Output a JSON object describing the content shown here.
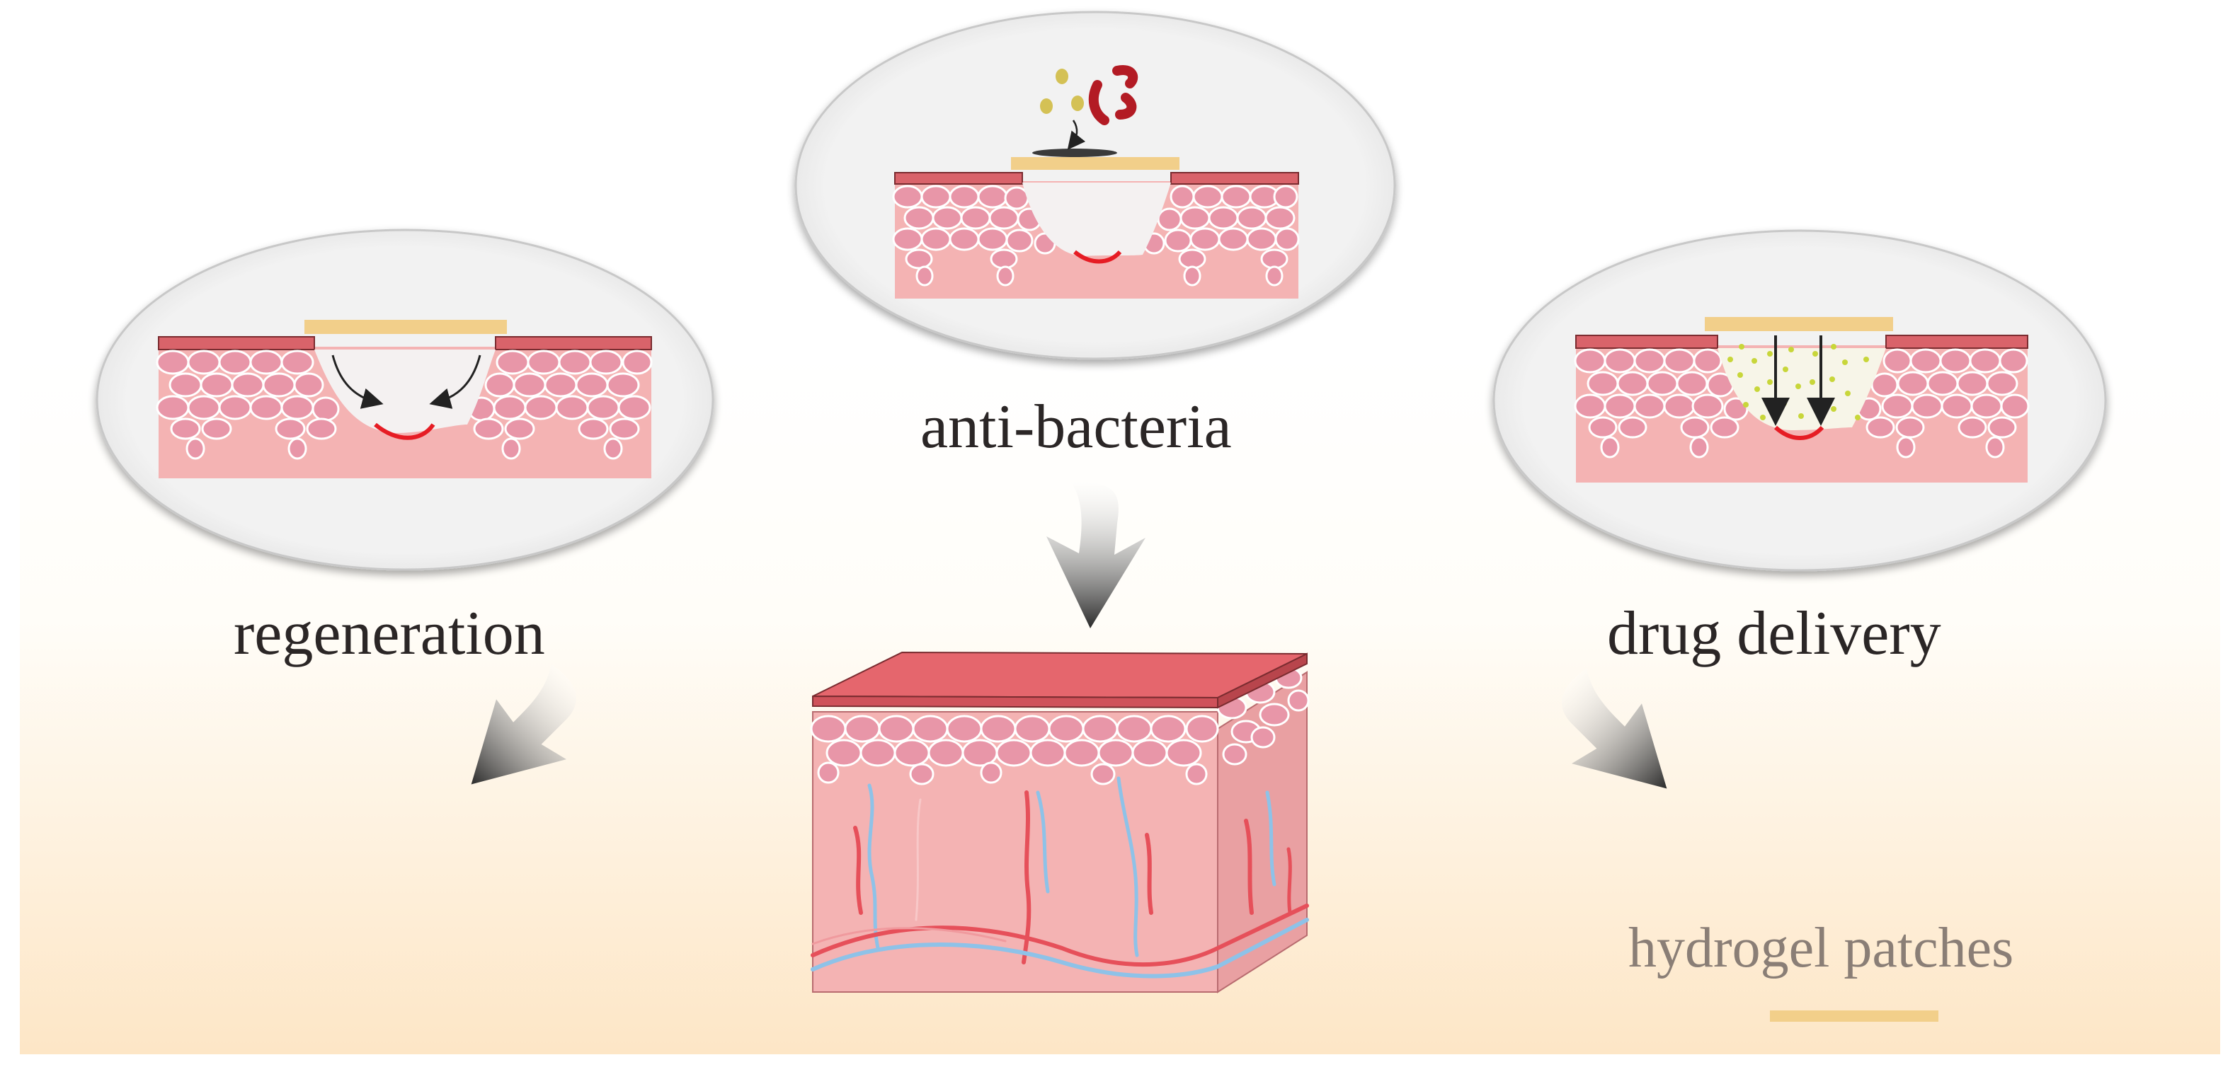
{
  "labels": {
    "regeneration": "regeneration",
    "anti_bacteria": "anti-bacteria",
    "drug_delivery": "drug delivery"
  },
  "legend": {
    "text": "hydrogel patches",
    "color": "#f2cf8a"
  },
  "colors": {
    "background_top": "#ffffff",
    "background_bottom": "#fde9cc",
    "epidermis": "#d9636a",
    "cell": "#e896a8",
    "cell_stroke": "#ffffff",
    "dermis": "#f4b3b3",
    "wound": "#e61c24",
    "patch": "#f2cf8a",
    "artery": "#e6505a",
    "vein": "#8ec2e8",
    "bacteria_red": "#b31b24",
    "bacteria_yellow": "#d4c155",
    "drug_dots": "#c8d63a"
  },
  "icons": [
    "curved-arrow-icon",
    "down-arrow-icon"
  ]
}
